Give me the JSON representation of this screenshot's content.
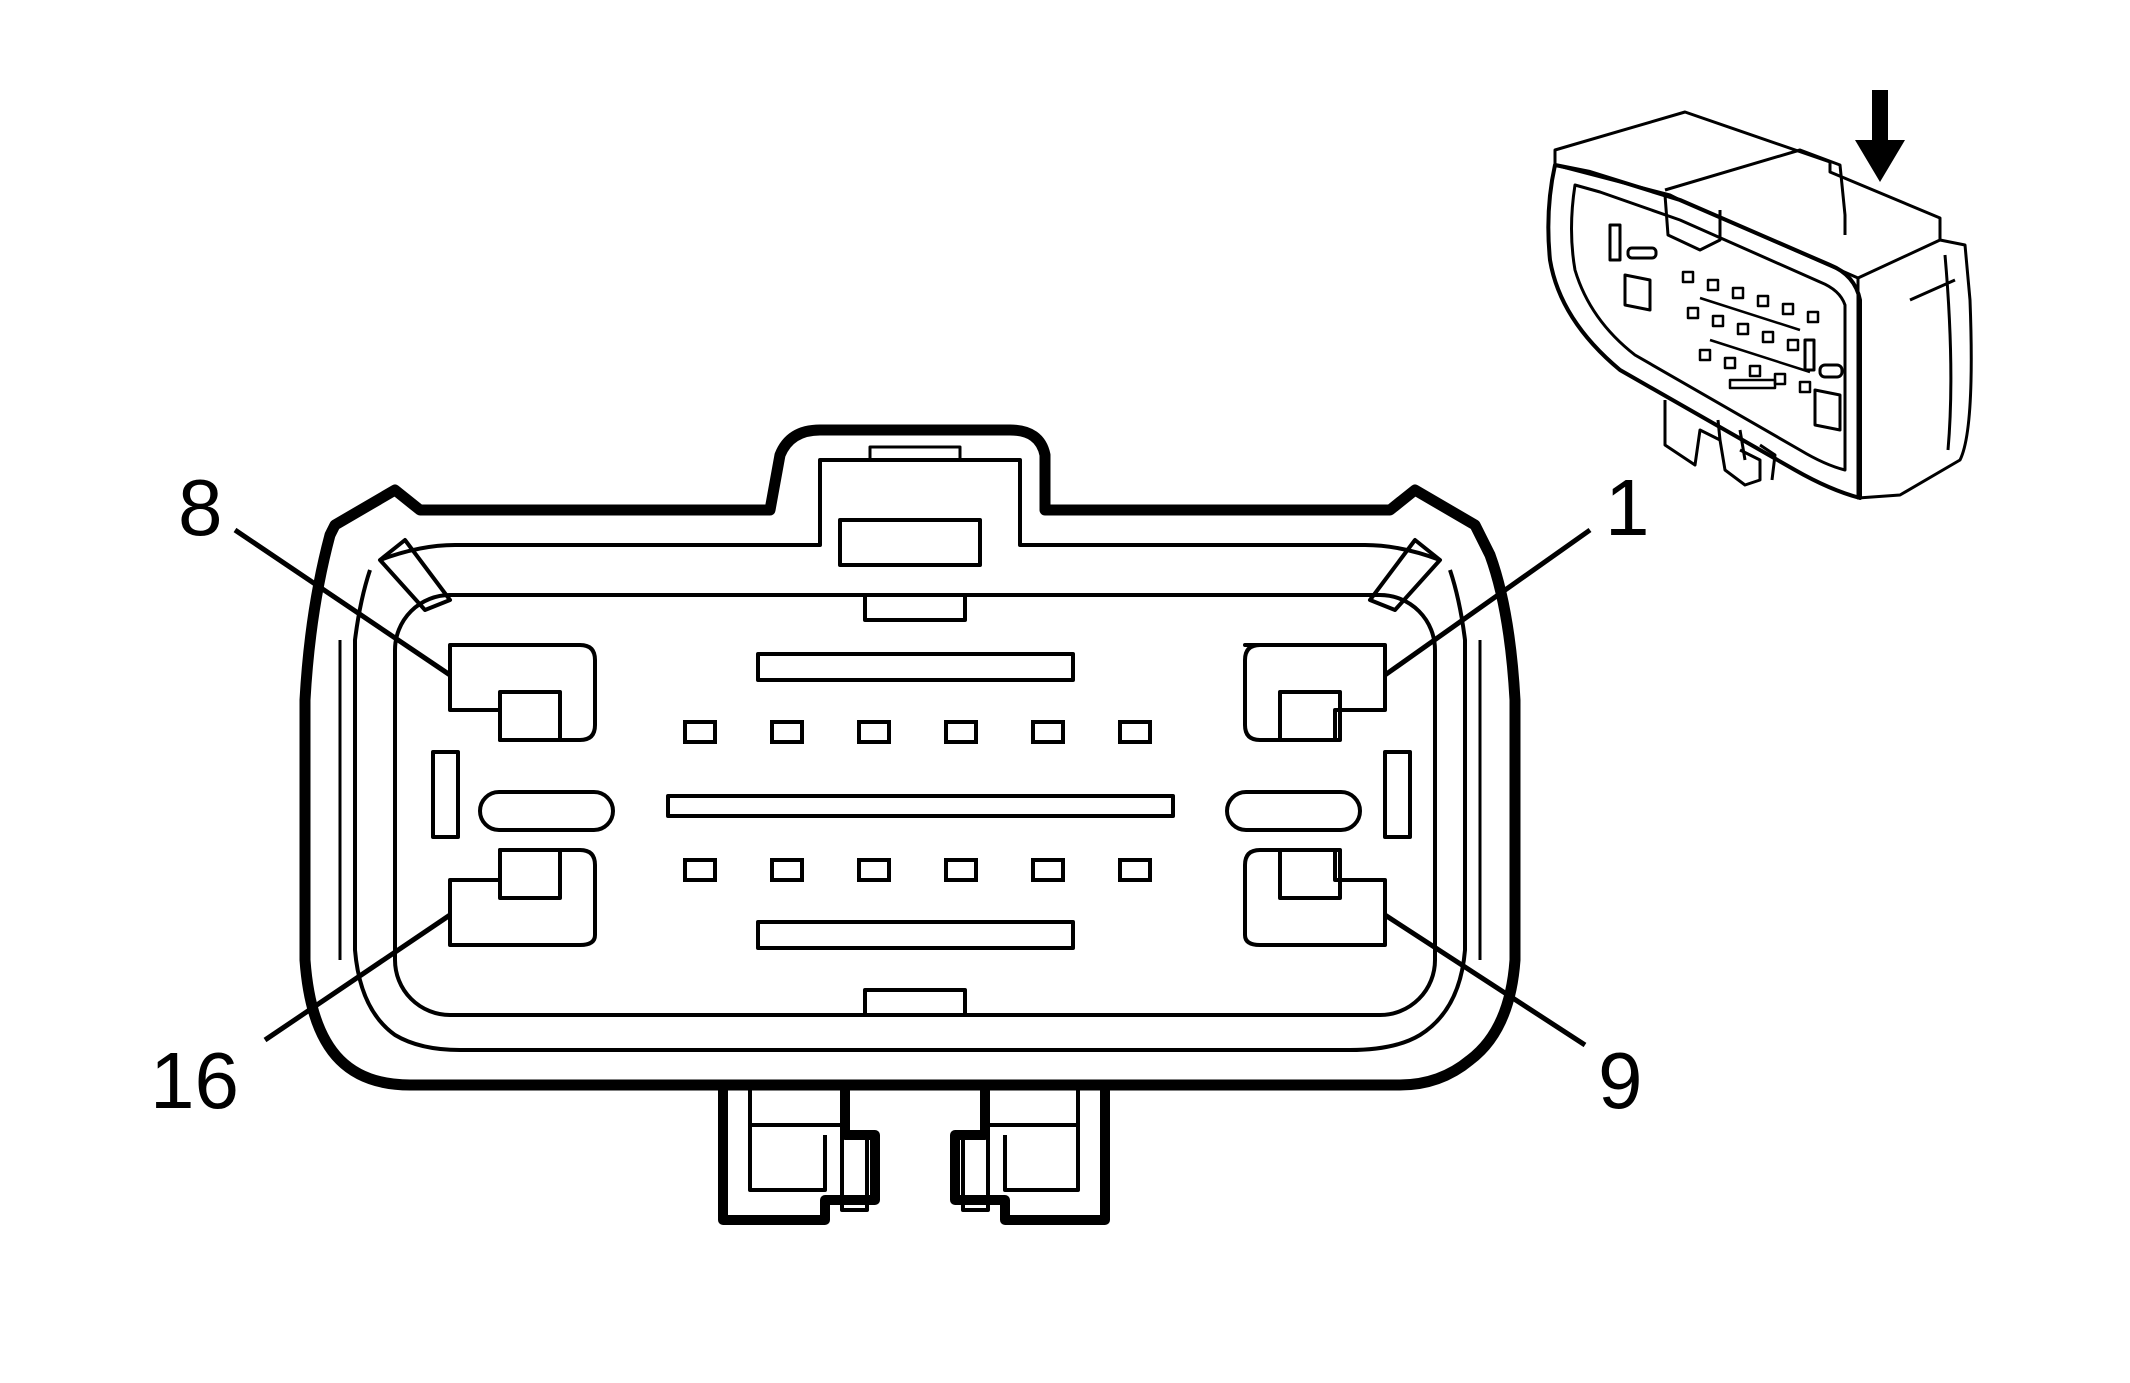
{
  "pin_labels": {
    "top_left": "8",
    "top_right": "1",
    "bottom_left": "16",
    "bottom_right": "9"
  },
  "colors": {
    "line": "#000000",
    "background": "#ffffff",
    "inset_fill": "#ffffff"
  }
}
